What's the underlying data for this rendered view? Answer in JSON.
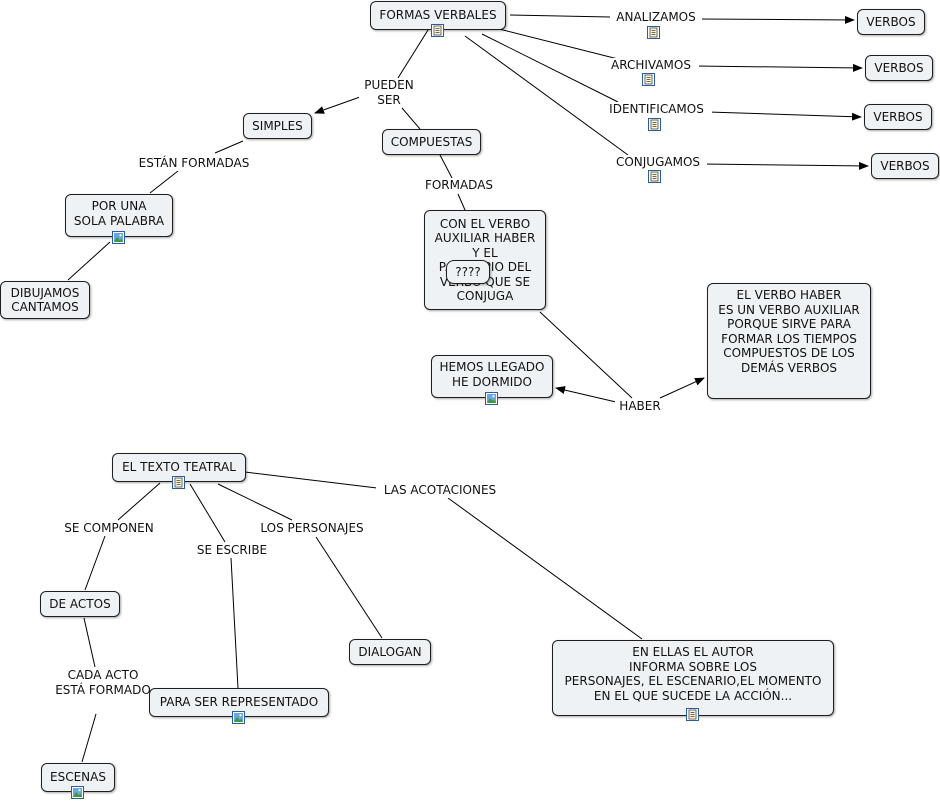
{
  "map": {
    "formas_verbales": "FORMAS VERBALES",
    "pueden_ser": "PUEDEN\nSER",
    "simples": "SIMPLES",
    "compuestas": "COMPUESTAS",
    "estan_formadas": "ESTÁN FORMADAS",
    "formadas": "FORMADAS",
    "por_una_sola": "POR UNA\nSOLA PALABRA",
    "dibujamos": "DIBUJAMOS\nCANTAMOS",
    "con_el_verbo": "CON EL VERBO\nAUXILIAR HABER\nY EL\nPARTICIPIO DEL\nVERBO QUE SE\nCONJUGA",
    "question": "????",
    "analizamos": "ANALIZAMOS",
    "archivamos": "ARCHIVAMOS",
    "identificamos": "IDENTIFICAMOS",
    "conjugamos": "CONJUGAMOS",
    "verbos_1": "VERBOS",
    "verbos_2": "VERBOS",
    "verbos_3": "VERBOS",
    "verbos_4": "VERBOS",
    "el_verbo_haber": "EL VERBO HABER\nES UN VERBO AUXILIAR\nPORQUE SIRVE PARA\nFORMAR LOS TIEMPOS\nCOMPUESTOS DE LOS\nDEMÁS VERBOS",
    "hemos_llegado": "HEMOS LLEGADO\nHE DORMIDO",
    "haber": "HABER",
    "texto_teatral": "EL TEXTO TEATRAL",
    "se_componen": "SE COMPONEN",
    "se_escribe": "SE ESCRIBE",
    "los_personajes": "LOS PERSONAJES",
    "las_acotaciones": "LAS ACOTACIONES",
    "de_actos": "DE ACTOS",
    "cada_acto": "CADA ACTO\nESTÁ FORMADO",
    "escenas": "ESCENAS",
    "para_ser": "PARA SER REPRESENTADO",
    "dialogan": "DIALOGAN",
    "en_ellas": "EN ELLAS EL AUTOR\nINFORMA SOBRE LOS\nPERSONAJES, EL ESCENARIO,EL MOMENTO\nEN EL QUE SUCEDE LA ACCIÓN..."
  },
  "icons": {
    "document": "document-icon",
    "image": "image-icon"
  },
  "colors": {
    "node_fill": "#eef2f4",
    "node_border": "#1f1f1f",
    "icon_border": "#2a5d9a",
    "image_sky": "#6aa7e0",
    "image_hill": "#3f9a3f"
  }
}
